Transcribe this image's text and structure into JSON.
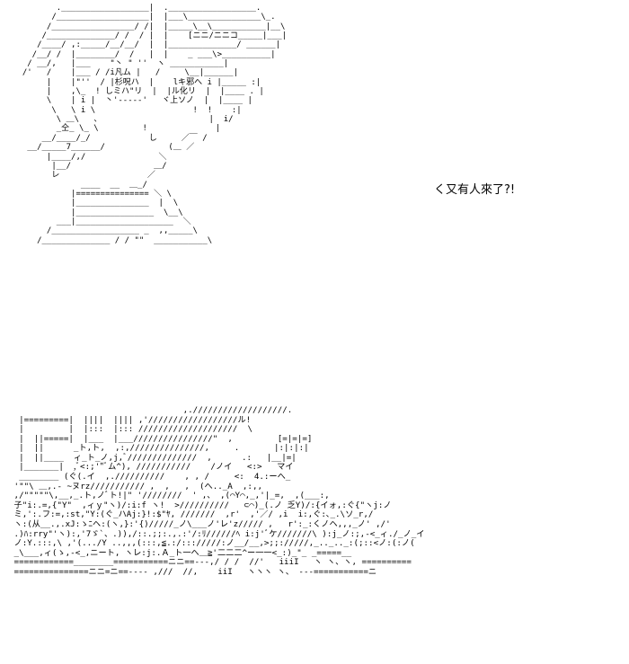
{
  "speech_text": "く又有人來了?!",
  "top_art": "         .__________________|  .__________________.\n        /___________________|  |___\\_______________\\_.\n       /_________________/ /|  |_____\\__\\___________|__\\\n      /______________/ /  / |  |    [ニニ/ニニコ_____|___|\n     /____/ ,:_____/__/__/  |  |______________/ ______|\n    /__/ /  |________/  /   |  |    _ ___\\>__________|\n   / __/,   |___    \"丶 \" ''  ヽ ___________|\n  /'   /    |___ / /i凡ム |   /     \\__|______|\n       |    |\"''  / |杉呪ハ  |    lキ邪へ i |_____ :|\n       |    ,\\_  ! しミハ\"リ  |  |ル化リ  |  |____ . |\n       \\    | i |  丶'-----'   ヾ上ソノ  |  |____ |\n        \\   \\ i \\                    !  !    :|\n         \\ ＿\\   、                      |  i/\n         _仝_ \\_ \\         !              |\n      __/____/_/            し     ／￣ /\n   __/_____7______/             (＿ ／\n       |____/,/               ＼\n        |__/                 ＿/\n        レ                  ／\n              ____  __  ＿_/\n            |=============== ＼ \\\n            |_______________  |  \\\n            |________________  \\__\\\n         ___|____________________  ＼\n       /__________________ _  ,,_____\\\n     /______________ / / \"\"  ___________\\",
  "bottom_art": "                                   ,.///////////////////.\n  |=========|  ||||  |||| ,'//////////////////ル!\n  |         |  |:::  |::: ////////////////////  \\\n  |  ||=====|  |___  |___////////////////\"  ,         [=|=|=]\n  |  ||      _ト,ト,  ,:,///////////////,     .       |:|:|:|\n  |  ||____  ィ_ト_ノ,j,ﾞ//////////////  ,      .:   |__|=|\n  |_______|  ,ﾞ<:;'\"ﾞム^), ///////////    /ノイ   <:>   マイ\n  ________ (ぐ(.イ  ,.//////////    , , /     <:  4.:ーへ_\n '\"\"\\ ＿,.- ~ヌrz/////////// ,  ,   ,  (へ.._A  ,:,,\n ,/\"\"\"\"\"\\,__,_.ト,ノﾞト!|\" '////////  ' ,、 ,(⌒Y⌒,_,'|_=,  ,(___:,\n 子\"i:.=,{\"Y\"  ,ィｙ\"ヽ)/:i:f ヽ!  >//////////   ⊂⌒)_(.ノ 乏Y)/:{イォ,:ぐ{\"ヽj:ノ\n ミ,':.フ:=,:st,\"Y:(ぐ_ハAj:}!:$\"ﾔ, ///////  ,r'  ,'／/ ,i  i:,ぐ:､_.\\ソ_r,/\n ヽ:(从__.,.xJ:ゝﾆヘ:(ヽ,}:'{)/////_ノ\\___ノ'レ'z///// ,   r':_:くノヘ,,,_ノ' ,/'\n .)ﾊ:rry\"'ヽ):,'7ゞ`、.)),/::.;;:.,.:'/:ﾘ//////ﾍ i:j'ﾞケ///////\\ ):j_ノ:;,-<_ィ./_ノ_イ\n ノ:Y.:::,\\ ,'(.../Y ..,,,(:::,≦.:/::://///:ノ__/__,>;;://///,_.._.._:(;::<ノ:(:ノ(\n _\\___,ィ(ゝ,-<_,ニート, ヽレ:j:.Ａ_ト一へ＿≧'二二二^ー一一<_:)_\"_ _=====__\n ============________===========ニニ==---,/ / /  //'   iiiI   ヽ ヽ、ヽ, ==========\n ===============ニニ=ニ==---- ,///  //,    iiI   ヽヽヽ ヽ、 ---===========ニ"
}
